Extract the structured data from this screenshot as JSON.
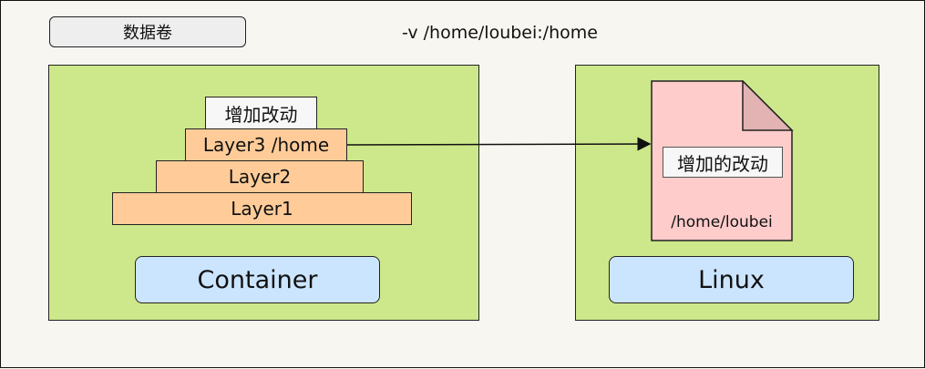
{
  "volume_tag": "数据卷",
  "mount_command": "-v /home/loubei:/home",
  "container": {
    "change_label": "增加改动",
    "layers": [
      "Layer3 /home",
      "Layer2",
      "Layer1"
    ],
    "label": "Container"
  },
  "host": {
    "file_change": "增加的改动",
    "file_path": "/home/loubei",
    "label": "Linux"
  },
  "colors": {
    "panel": "#cde88a",
    "layer": "#ffcc99",
    "label_pill": "#cce5ff",
    "document": "#ffcccc"
  }
}
